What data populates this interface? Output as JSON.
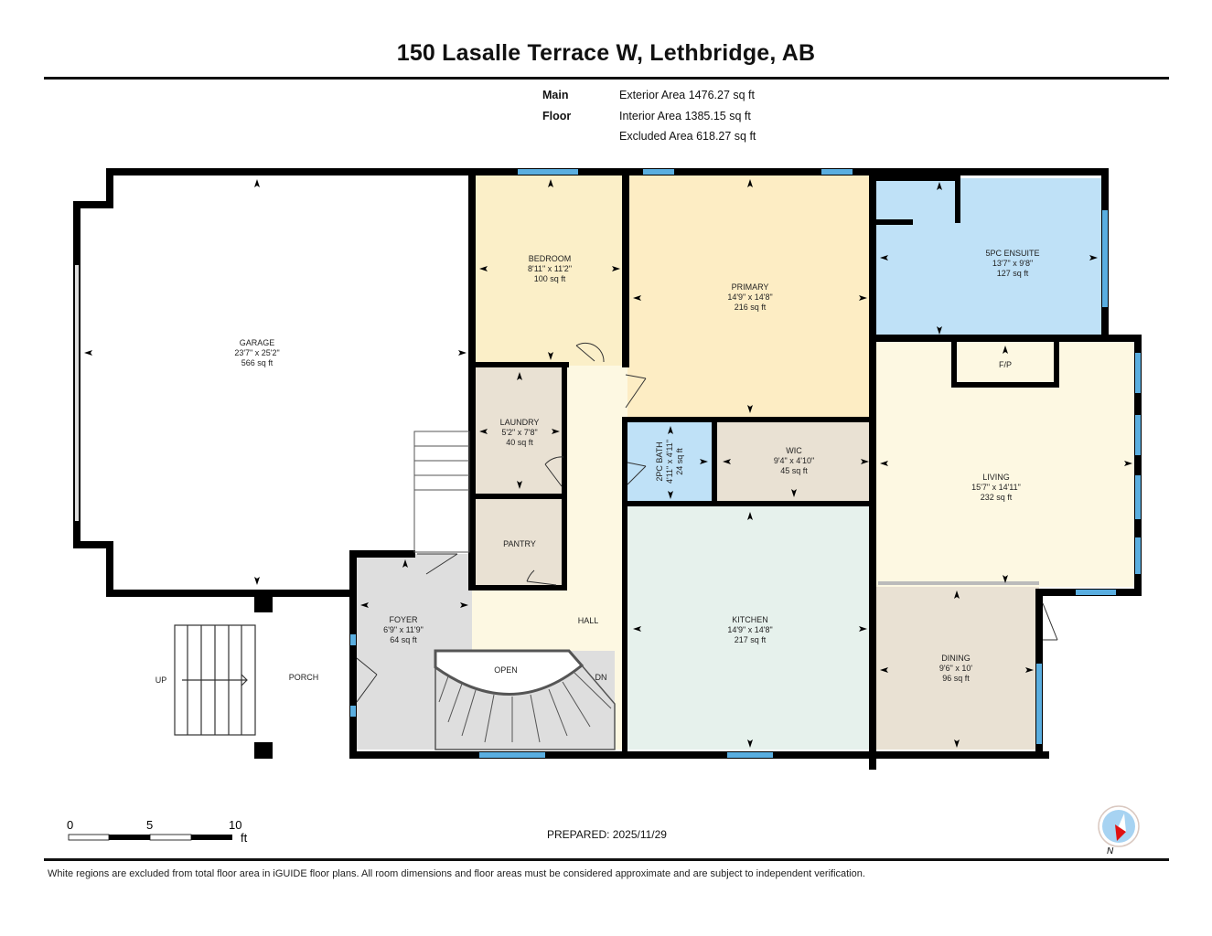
{
  "header": {
    "title": "150 Lasalle Terrace W, Lethbridge, AB"
  },
  "summary": {
    "floor_name": "Main Floor",
    "exterior_area": "Exterior Area 1476.27 sq ft",
    "interior_area": "Interior Area 1385.15 sq ft",
    "excluded_area": "Excluded Area 618.27 sq ft"
  },
  "colors": {
    "wall": "#000000",
    "window": "#5aaee0",
    "bedroom": "#fbefc8",
    "primary": "#fdedc4",
    "ensuite": "#bfe1f7",
    "bath": "#bfe1f7",
    "laundry": "#e9e1d3",
    "pantry": "#e9e1d3",
    "wic": "#e9e1d3",
    "living": "#fdf8e2",
    "kitchen": "#e6f1ec",
    "dining": "#e9e1d3",
    "foyer": "#dedede",
    "hall": "#fdf8e2",
    "garage": "#ffffff",
    "porch": "#ffffff"
  },
  "rooms": {
    "garage": {
      "name": "GARAGE",
      "dims": "23'7\" x 25'2\"",
      "area": "566 sq ft"
    },
    "bedroom": {
      "name": "BEDROOM",
      "dims": "8'11\" x 11'2\"",
      "area": "100 sq ft"
    },
    "primary": {
      "name": "PRIMARY",
      "dims": "14'9\" x 14'8\"",
      "area": "216 sq ft"
    },
    "ensuite": {
      "name": "5PC ENSUITE",
      "dims": "13'7\" x 9'8\"",
      "area": "127 sq ft"
    },
    "laundry": {
      "name": "LAUNDRY",
      "dims": "5'2\" x 7'8\"",
      "area": "40 sq ft"
    },
    "bath": {
      "name": "2PC BATH",
      "dims": "4'11\" x 4'11\"",
      "area": "24 sq ft"
    },
    "wic": {
      "name": "WIC",
      "dims": "9'4\" x 4'10\"",
      "area": "45 sq ft"
    },
    "living": {
      "name": "LIVING",
      "dims": "15'7\" x 14'11\"",
      "area": "232 sq ft"
    },
    "fireplace": {
      "name": "F/P"
    },
    "pantry": {
      "name": "PANTRY"
    },
    "foyer": {
      "name": "FOYER",
      "dims": "6'9\" x 11'9\"",
      "area": "64 sq ft"
    },
    "hall": {
      "name": "HALL"
    },
    "kitchen": {
      "name": "KITCHEN",
      "dims": "14'9\" x 14'8\"",
      "area": "217 sq ft"
    },
    "dining": {
      "name": "DINING",
      "dims": "9'6\" x 10'",
      "area": "96 sq ft"
    },
    "porch": {
      "name": "PORCH"
    },
    "open": {
      "name": "OPEN"
    },
    "stairs_down": {
      "name": "DN"
    },
    "stairs_up": {
      "name": "UP"
    }
  },
  "scale_bar": {
    "ticks": [
      "0",
      "5",
      "10"
    ],
    "unit": "ft"
  },
  "compass": {
    "label": "N",
    "icon": "compass-icon"
  },
  "prepared": "PREPARED: 2025/11/29",
  "footer": "White regions are excluded from total floor area in iGUIDE floor plans. All room dimensions and floor areas must be considered approximate and are subject to independent verification."
}
